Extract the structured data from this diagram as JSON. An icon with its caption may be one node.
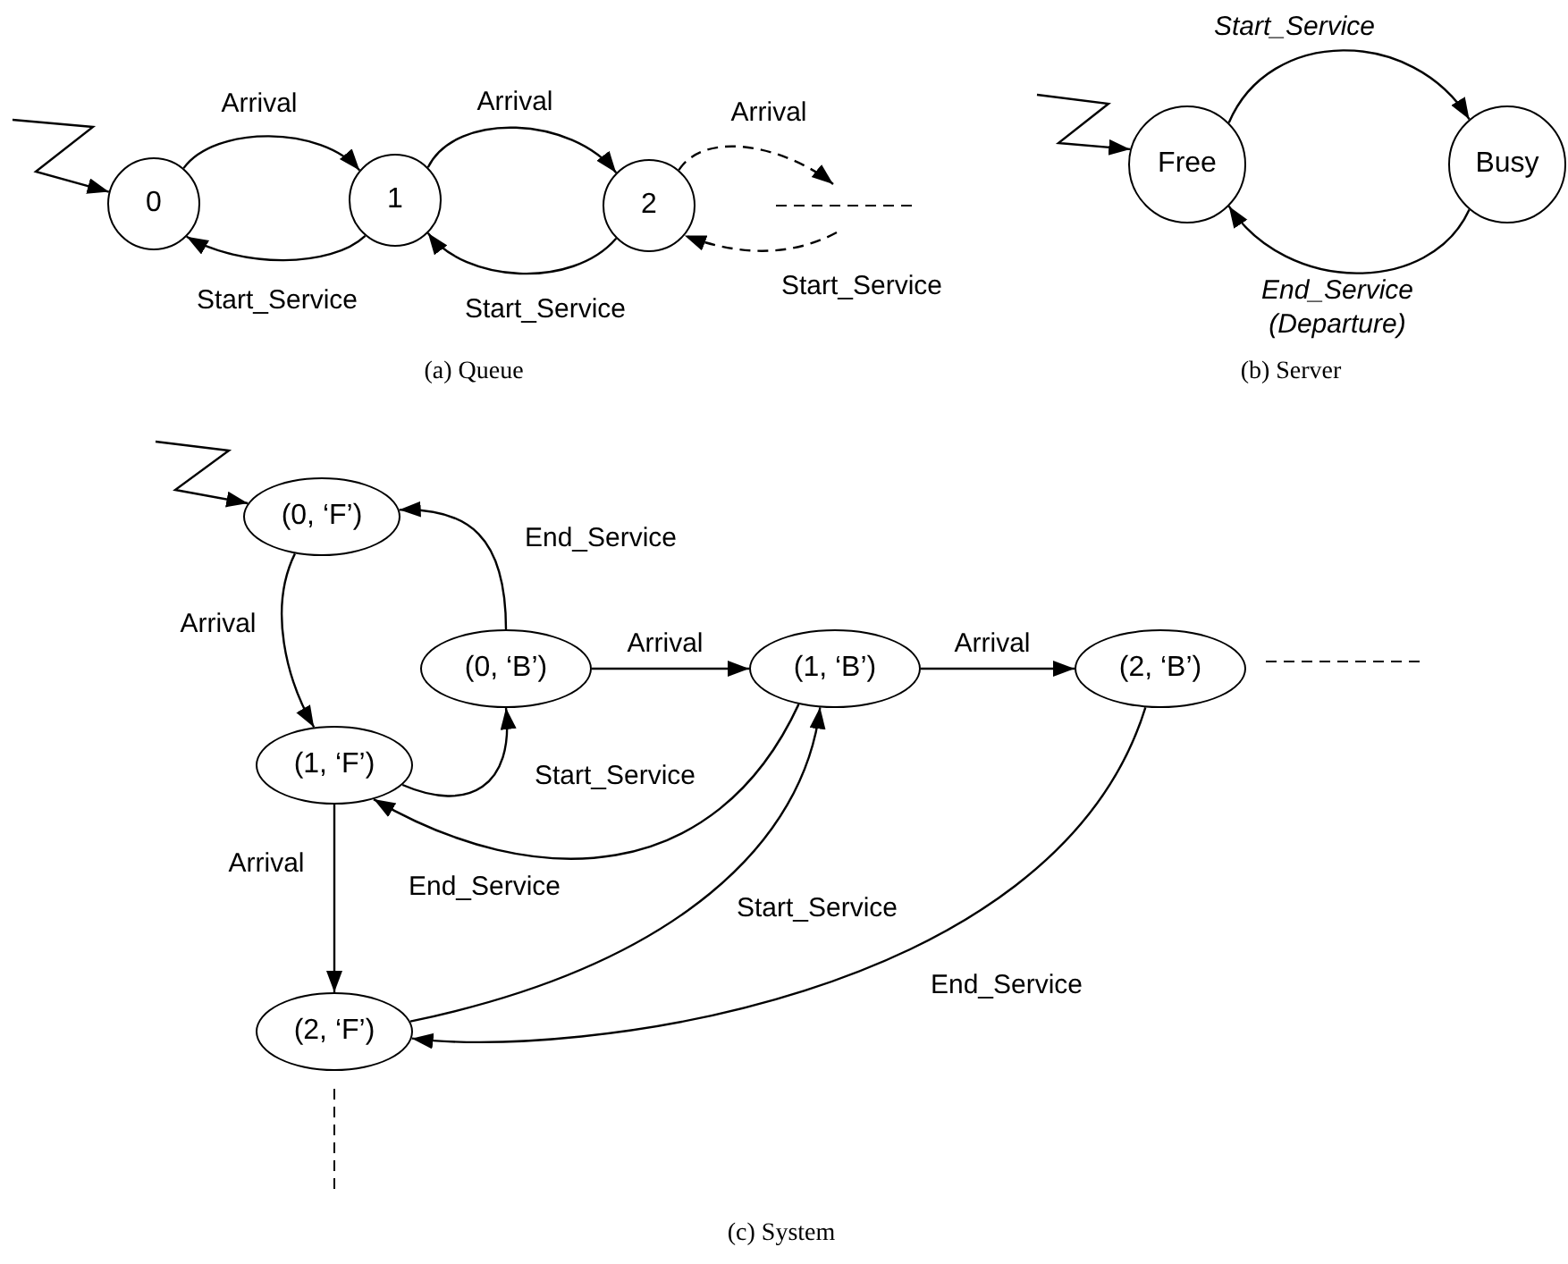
{
  "diagram": {
    "nodes": [
      {
        "text": [
          "0"
        ]
      },
      {
        "text": [
          "1"
        ]
      },
      {
        "text": [
          "2"
        ]
      },
      {
        "text": [
          "Free"
        ]
      },
      {
        "text": [
          "Busy"
        ]
      },
      {
        "text": [
          "(0, ‘F’)"
        ]
      },
      {
        "text": [
          "(0, ‘B’)"
        ]
      },
      {
        "text": [
          "(1, ‘F’)"
        ]
      },
      {
        "text": [
          "(1, ‘B’)"
        ]
      },
      {
        "text": [
          "(2, ‘B’)"
        ]
      },
      {
        "text": [
          "(2, ‘F’)"
        ]
      }
    ],
    "edges": [
      {
        "from": null,
        "to": 0,
        "arrow": "to"
      },
      {
        "from": 0,
        "to": 1,
        "arrow": "to",
        "label": "Arrival"
      },
      {
        "from": 1,
        "to": 0,
        "arrow": "to",
        "label": "Start_Service"
      },
      {
        "from": 1,
        "to": 2,
        "arrow": "to",
        "label": "Arrival"
      },
      {
        "from": 2,
        "to": 1,
        "arrow": "to",
        "label": "Start_Service"
      },
      {
        "from": 2,
        "to": null,
        "arrow": "to",
        "label": "Arrival",
        "style": "dashed"
      },
      {
        "from": null,
        "to": 2,
        "arrow": "to",
        "label": "Start_Service",
        "style": "dashed"
      },
      {
        "from": null,
        "to": 3,
        "arrow": "to"
      },
      {
        "from": 3,
        "to": 4,
        "arrow": "to",
        "label": "Start_Service"
      },
      {
        "from": 4,
        "to": 3,
        "arrow": "to",
        "label": "End_Service (Departure)"
      },
      {
        "from": null,
        "to": 5,
        "arrow": "to"
      },
      {
        "from": 5,
        "to": 7,
        "arrow": "to",
        "label": "Arrival"
      },
      {
        "from": 6,
        "to": 5,
        "arrow": "to",
        "label": "End_Service"
      },
      {
        "from": 6,
        "to": 8,
        "arrow": "to",
        "label": "Arrival"
      },
      {
        "from": 7,
        "to": 6,
        "arrow": "to",
        "label": "Start_Service"
      },
      {
        "from": 8,
        "to": 9,
        "arrow": "to",
        "label": "Arrival"
      },
      {
        "from": 8,
        "to": 7,
        "arrow": "to",
        "label": "End_Service"
      },
      {
        "from": 7,
        "to": 10,
        "arrow": "to",
        "label": "Arrival"
      },
      {
        "from": 10,
        "to": 8,
        "arrow": "to",
        "label": "Start_Service"
      },
      {
        "from": 9,
        "to": 10,
        "arrow": "to",
        "label": "End_Service"
      }
    ],
    "labels": [
      "(a) Queue",
      "(b) Server",
      "(c) System"
    ]
  }
}
